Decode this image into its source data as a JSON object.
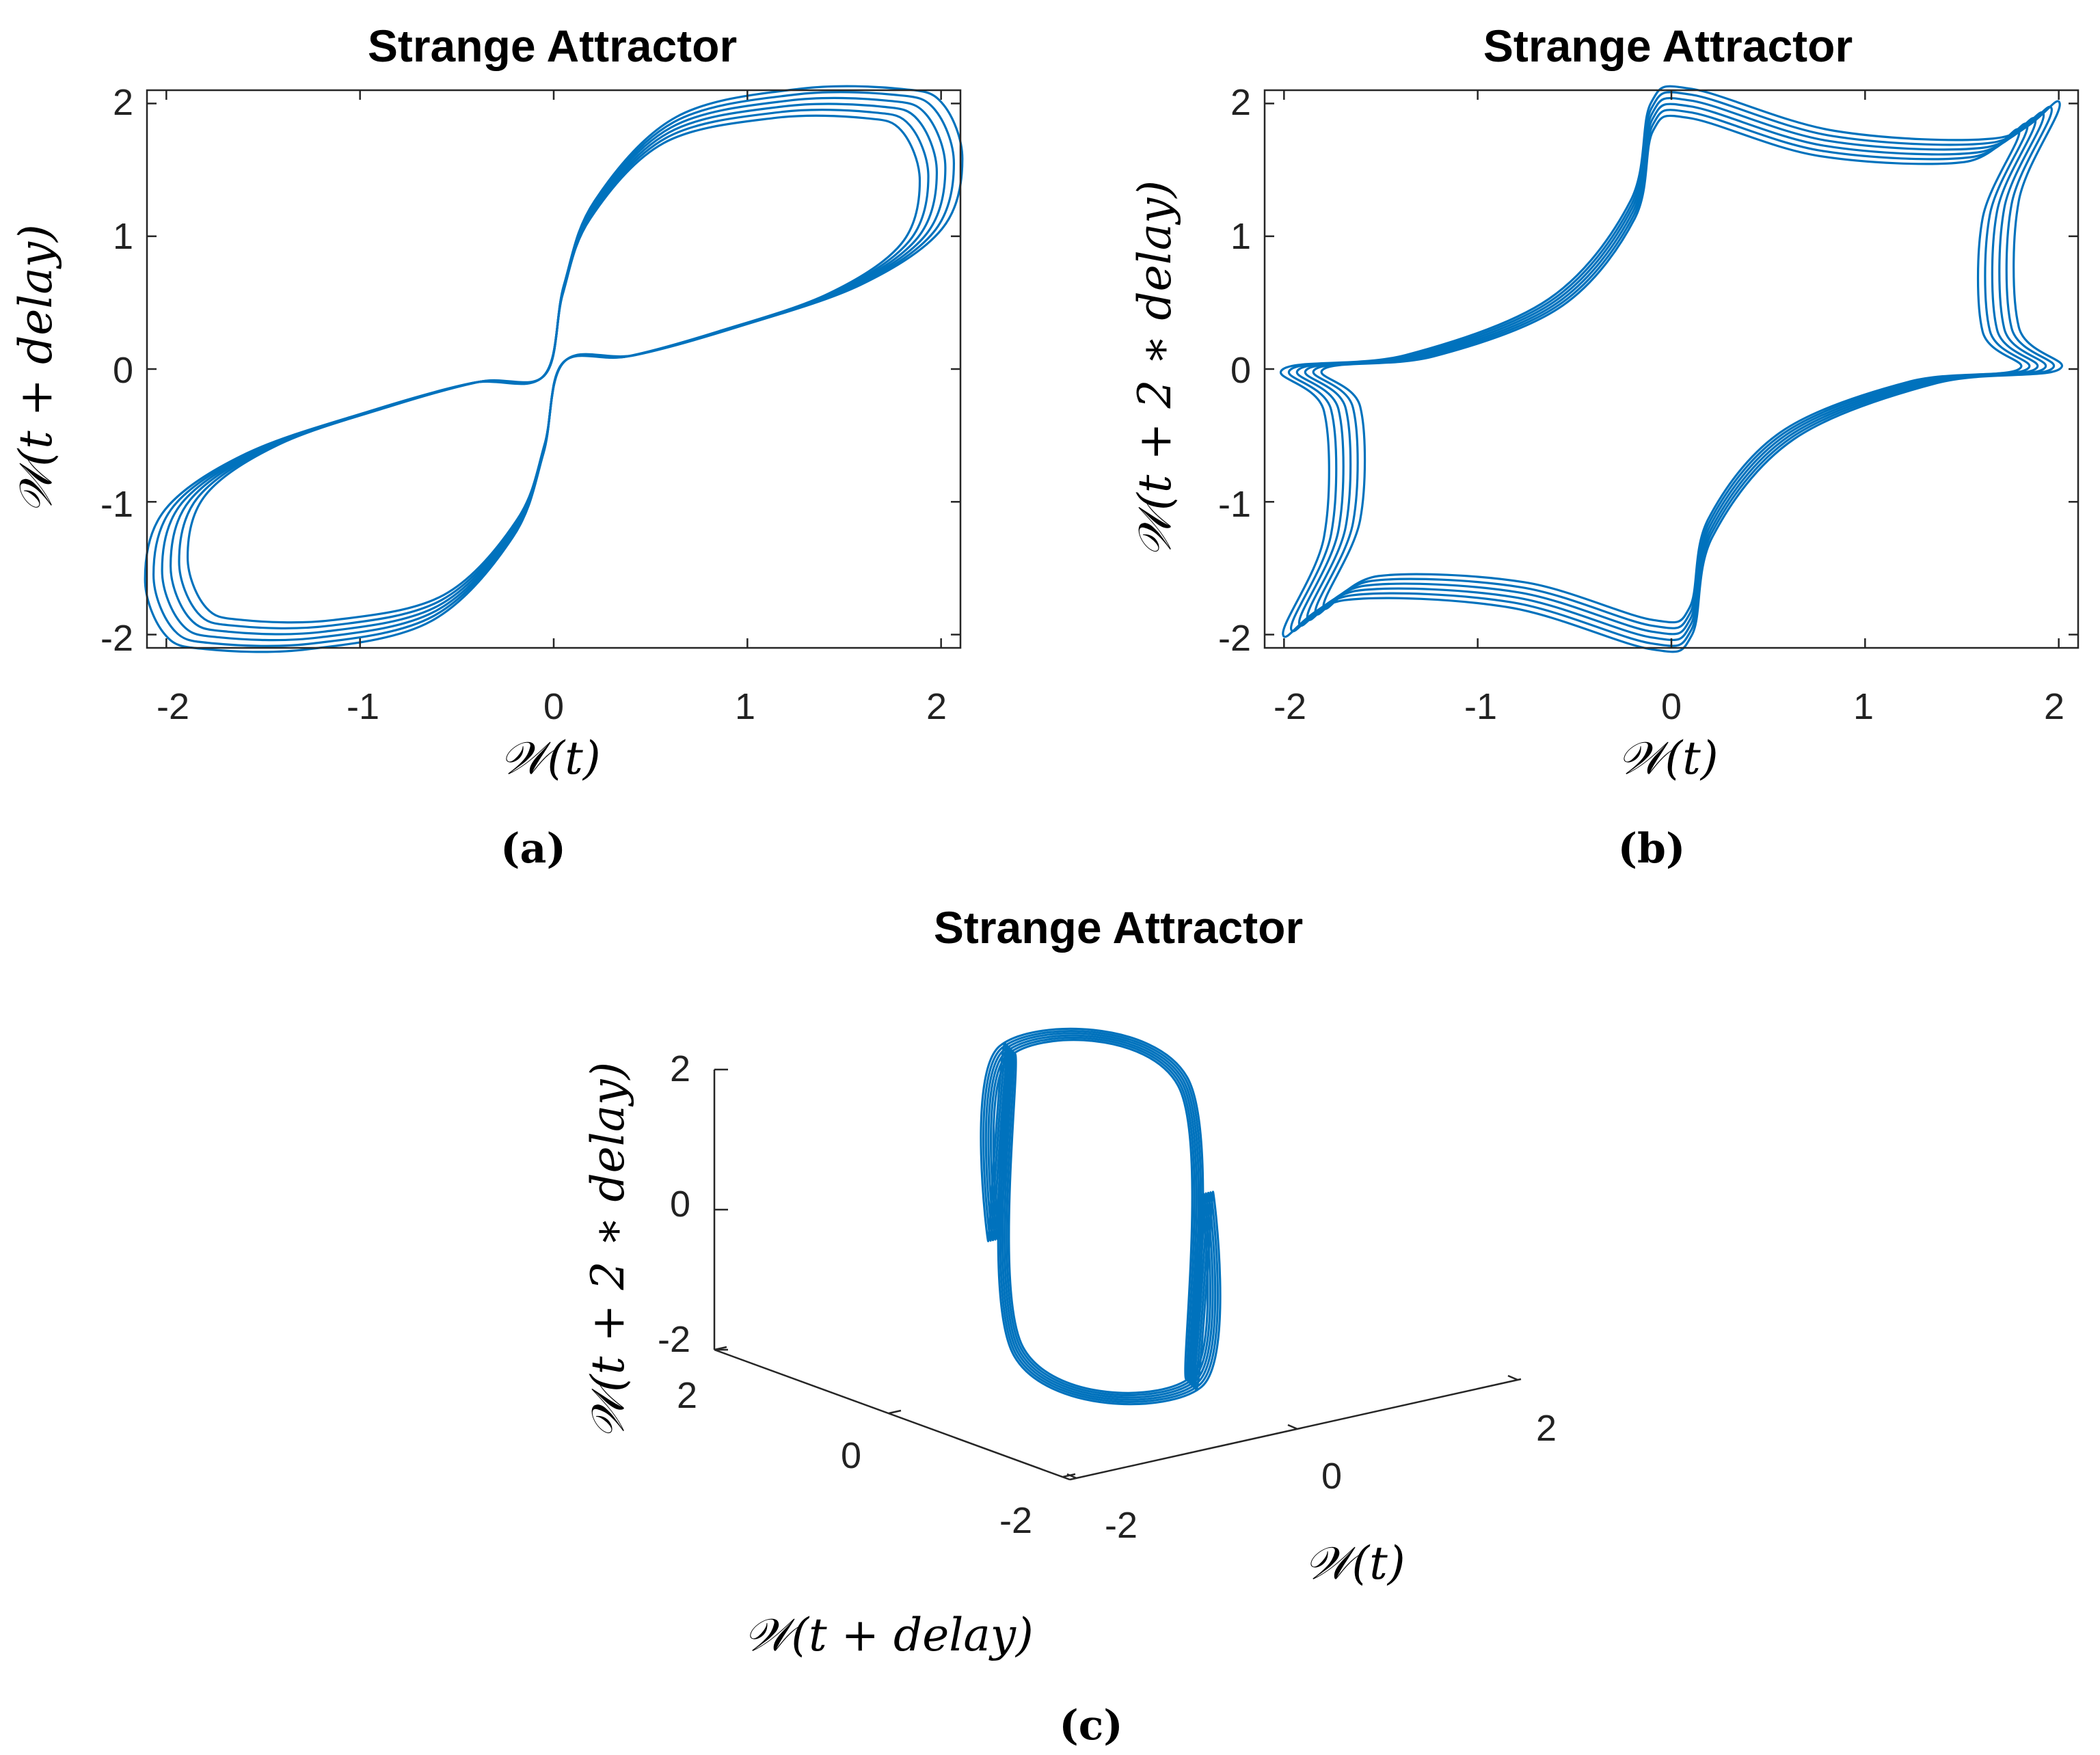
{
  "colors": {
    "line": "#0072BD",
    "axis": "#262626"
  },
  "chart_data": [
    {
      "panel": "(a)",
      "type": "line",
      "title": "Strange Attractor",
      "xlabel": "𝒲(t)",
      "ylabel": "𝒲(t + delay)",
      "xlim": [
        -2.1,
        2.1
      ],
      "ylim": [
        -2.1,
        2.1
      ],
      "xticks": [
        -2,
        -1,
        0,
        1,
        2
      ],
      "yticks": [
        -2,
        -1,
        0,
        1,
        2
      ],
      "xtick_labels": [
        "-2",
        "-1",
        "0",
        "1",
        "2"
      ],
      "ytick_labels": [
        "-2",
        "-1",
        "0",
        "1",
        "2"
      ],
      "grid": false,
      "series": [
        {
          "description_values": "delay-embedding trajectory, figure-eight shape",
          "x": [
            0.05,
            0.4,
            0.9,
            1.5,
            1.9,
            2.0,
            1.9,
            1.7,
            1.2,
            0.6,
            0.2,
            0.05,
            -0.05,
            -0.4,
            -0.9,
            -1.5,
            -1.9,
            -2.0,
            -1.9,
            -1.7,
            -1.2,
            -0.6,
            -0.2,
            -0.05,
            0.05
          ],
          "y": [
            0.05,
            0.1,
            0.3,
            0.6,
            1.0,
            1.5,
            1.9,
            2.0,
            2.0,
            1.8,
            1.2,
            0.6,
            -0.05,
            -0.1,
            -0.3,
            -0.6,
            -1.0,
            -1.5,
            -1.9,
            -2.0,
            -2.0,
            -1.8,
            -1.2,
            -0.6,
            0.05
          ]
        }
      ]
    },
    {
      "panel": "(b)",
      "type": "line",
      "title": "Strange Attractor",
      "xlabel": "𝒲(t)",
      "ylabel": "𝒲(t + 2 ∗ delay)",
      "xlim": [
        -2.1,
        2.1
      ],
      "ylim": [
        -2.1,
        2.1
      ],
      "xticks": [
        -2,
        -1,
        0,
        1,
        2
      ],
      "yticks": [
        -2,
        -1,
        0,
        1,
        2
      ],
      "xtick_labels": [
        "-2",
        "-1",
        "0",
        "1",
        "2"
      ],
      "ytick_labels": [
        "-2",
        "-1",
        "0",
        "1",
        "2"
      ],
      "grid": false,
      "series": [
        {
          "description_values": "delay-embedding trajectory, four-cusped star shape",
          "x": [
            -1.9,
            -1.3,
            -0.6,
            -0.2,
            -0.1,
            0.1,
            0.8,
            1.6,
            1.9,
            1.7,
            1.7,
            1.9,
            1.3,
            0.6,
            0.2,
            0.1,
            -0.1,
            -0.8,
            -1.6,
            -1.9,
            -1.7,
            -1.7,
            -1.9
          ],
          "y": [
            0.0,
            0.1,
            0.5,
            1.2,
            1.9,
            2.0,
            1.7,
            1.65,
            1.9,
            1.2,
            0.3,
            0.0,
            -0.1,
            -0.5,
            -1.2,
            -1.9,
            -2.0,
            -1.7,
            -1.65,
            -1.9,
            -1.2,
            -0.3,
            0.0
          ]
        }
      ]
    },
    {
      "panel": "(c)",
      "type": "line",
      "title": "Strange Attractor",
      "xlabel": "𝒲(t)",
      "ylabel": "𝒲(t + delay)",
      "zlabel": "𝒲(t + 2 ∗ delay)",
      "xlim": [
        -2,
        2
      ],
      "ylim": [
        -2,
        2
      ],
      "zlim": [
        -2,
        2
      ],
      "xtick_labels": [
        "-2",
        "0",
        "2"
      ],
      "ytick_labels": [
        "-2",
        "0",
        "2"
      ],
      "ztick_labels": [
        "-2",
        "0",
        "2"
      ],
      "grid": false,
      "series": [
        {
          "description_values": "3D delay-embedding trajectory, two vertical wavy strands joined top and bottom",
          "x": [
            -1.9,
            -0.2,
            1.7,
            0.1,
            1.9,
            0.2,
            -1.7,
            -0.1,
            -1.9
          ],
          "y": [
            0.0,
            1.9,
            0.3,
            -1.9,
            0.0,
            -1.9,
            -0.3,
            1.9,
            0.0
          ],
          "z": [
            0.0,
            2.0,
            1.6,
            -2.0,
            0.0,
            -2.0,
            -1.6,
            2.0,
            0.0
          ]
        }
      ]
    }
  ]
}
